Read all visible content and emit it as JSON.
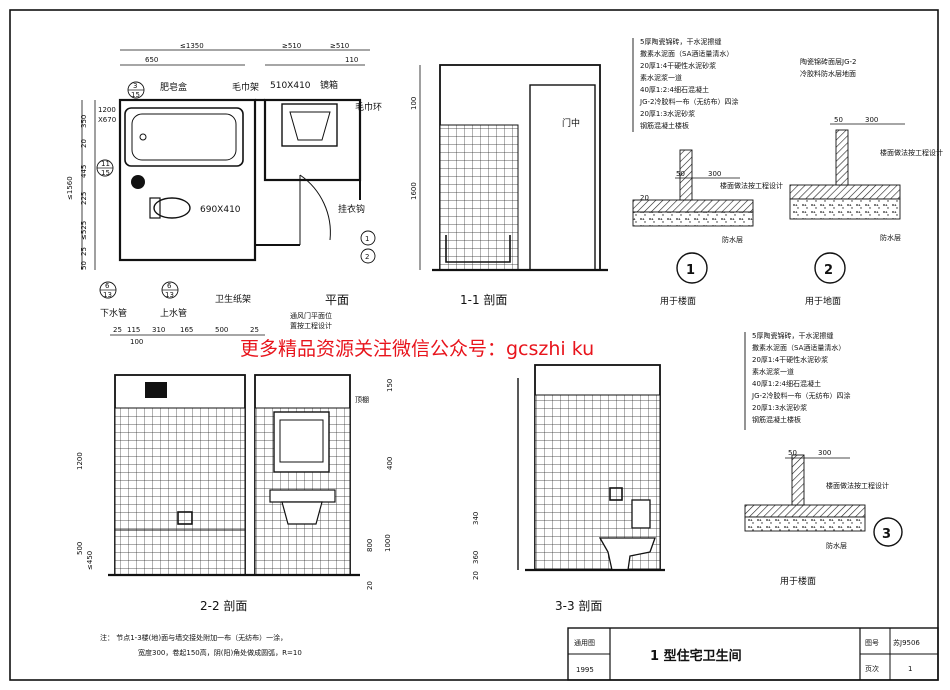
{
  "watermark": "更多精品资源关注微信公众号：gcszhi ku",
  "plan": {
    "title": "平面",
    "dims_top": [
      "650",
      "≤1350",
      "≥510",
      "≥510",
      "110"
    ],
    "dims_left": [
      "350",
      "20",
      "445",
      "225",
      "≤525",
      "25",
      "50",
      "≤1560",
      "1200",
      "X670"
    ],
    "dims_bottom": [
      "25",
      "115",
      "310",
      "165",
      "500",
      "25",
      "100"
    ],
    "labels": {
      "soap_box": "肥皂盒",
      "towel_rack": "毛巾架",
      "basin_size": "510X410",
      "mirror": "镜箱",
      "towel_ring": "毛巾环",
      "wc_size": "690X410",
      "coat_hook": "挂衣钩",
      "paper_holder": "卫生纸架",
      "drain": "下水管",
      "supply": "上水管",
      "vent_note_1": "通风门平面位",
      "vent_note_2": "置按工程设计"
    },
    "markers": [
      "3",
      "15",
      "11",
      "15",
      "6",
      "13",
      "6",
      "13",
      "1",
      "2"
    ]
  },
  "section_1": {
    "title": "1-1 剖面",
    "door_label": "门中",
    "dims": [
      "100",
      "1600"
    ]
  },
  "section_2": {
    "title": "2-2 剖面",
    "dims": [
      "1200",
      "500",
      "≤450",
      "150",
      "400",
      "800",
      "1000",
      "20"
    ],
    "label": "顶棚"
  },
  "section_3": {
    "title": "3-3 剖面",
    "dims": [
      "340",
      "360",
      "20"
    ]
  },
  "detail_1": {
    "layers": [
      "5厚陶瓷锦砖，干水泥擦缝",
      "撒素水泥面（SA酒适量清水）",
      "20厚1:4干硬性水泥砂浆",
      "素水泥浆一道",
      "40厚1:2:4细石混凝土",
      "JG-2冷胶料一布（无纺布）四涂",
      "20厚1:3水泥砂浆",
      "钢筋混凝土楼板"
    ],
    "dims": [
      "50",
      "300",
      "20"
    ],
    "note": "楼面做法按工程设计",
    "waterproof": "防水层",
    "number": "1",
    "caption": "用于楼面"
  },
  "detail_2": {
    "header": [
      "陶瓷锦砖面层JG-2",
      "冷胶料防水层地面"
    ],
    "dims": [
      "50",
      "300"
    ],
    "note": "楼面做法按工程设计",
    "waterproof": "防水层",
    "number": "2",
    "caption": "用于地面"
  },
  "detail_3": {
    "layers": [
      "5厚陶瓷锦砖，干水泥擦缝",
      "撒素水泥面（SA酒适量清水）",
      "20厚1:4干硬性水泥砂浆",
      "素水泥浆一道",
      "40厚1:2:4细石混凝土",
      "JG-2冷胶料一布（无纺布）四涂",
      "20厚1:3水泥砂浆",
      "钢筋混凝土楼板"
    ],
    "dims": [
      "50",
      "300"
    ],
    "note": "楼面做法按工程设计",
    "waterproof": "防水层",
    "number": "3",
    "caption": "用于楼面"
  },
  "note": {
    "line1": "注：  节点1-3楼(地)面与墙交接处附加一布（无纺布）一涂，",
    "line2": "宽度300，卷起150高，阴(阳)角处做成圆弧，R=10"
  },
  "title_block": {
    "applicable_label": "通用图",
    "year": "1995",
    "drawing_title": "1 型住宅卫生间",
    "atlas_label": "图号",
    "atlas_no": "苏J9506",
    "page_label": "页次",
    "page_no": "1"
  },
  "colors": {
    "ink": "#111111",
    "watermark": "#e8141c",
    "paper": "#ffffff"
  }
}
